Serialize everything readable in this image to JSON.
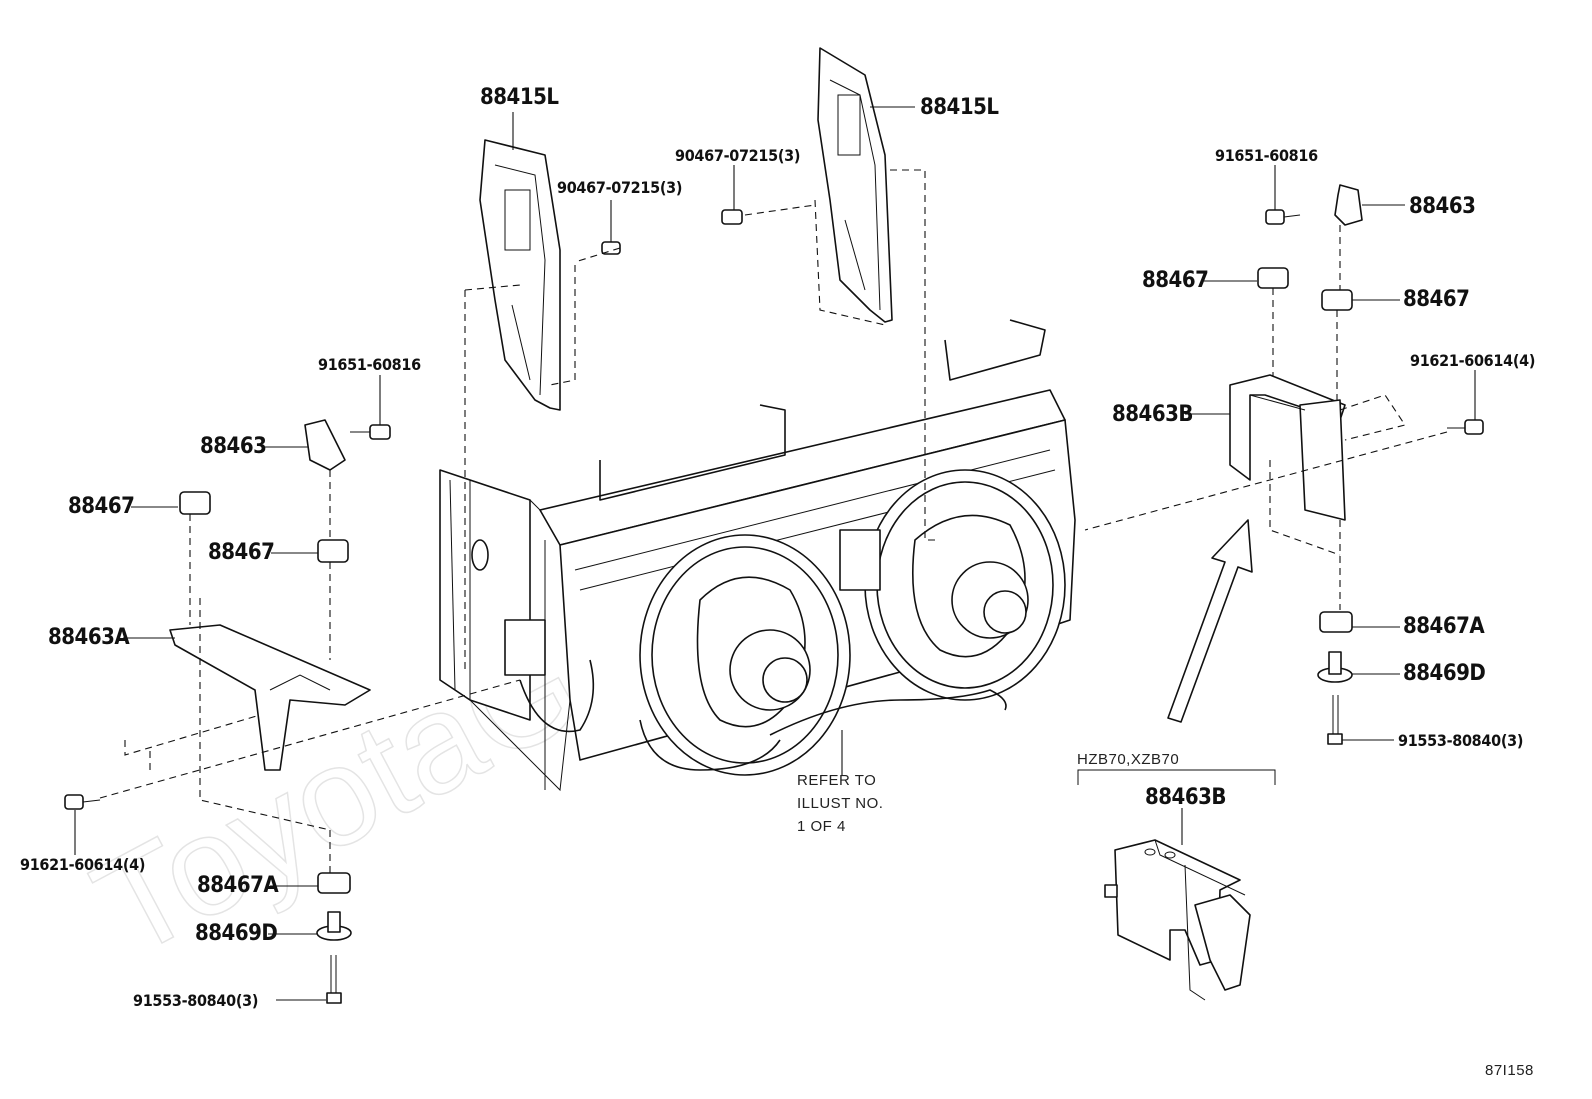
{
  "watermark": "ToyotaGoMine.ru",
  "figure_code": "87I158",
  "variant_heading": "HZB70,XZB70",
  "note": [
    "REFER TO",
    "ILLUST NO.",
    "1 OF 4"
  ],
  "labels": {
    "top_left_panel": "88415L",
    "top_right_panel": "88415L",
    "clip_left": "90467-07215(3)",
    "clip_right": "90467-07215(3)",
    "bolt_left_top": "91651-60816",
    "bolt_right_top": "91651-60816",
    "bracket_left": "88463",
    "bracket_right": "88463",
    "cushion_left_outer": "88467",
    "cushion_left_inner": "88467",
    "cushion_right_outer": "88467",
    "cushion_right_inner": "88467",
    "support_left": "88463A",
    "support_right": "88463B",
    "bolt_left_side": "91621-60614(4)",
    "bolt_right_side": "91621-60614(4)",
    "cushion_left_low": "88467A",
    "cushion_right_low": "88467A",
    "collar_left": "88469D",
    "collar_right": "88469D",
    "screw_left": "91553-80840(3)",
    "screw_right": "91553-80840(3)",
    "variant_part": "88463B"
  }
}
